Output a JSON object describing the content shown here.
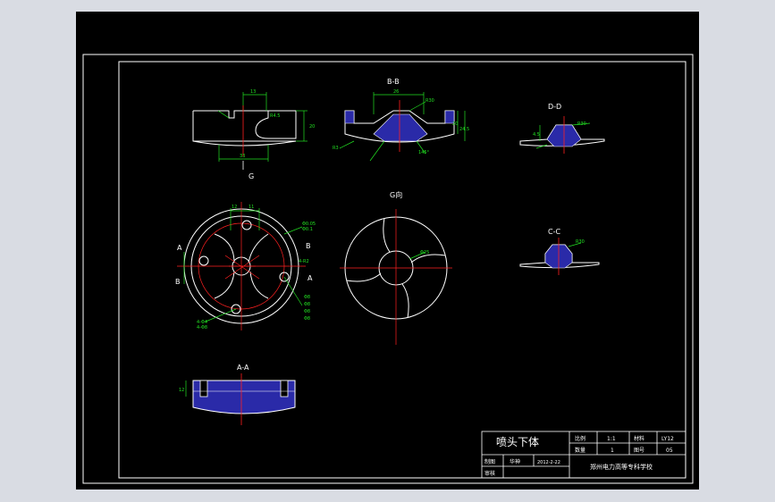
{
  "colors": {
    "viewport_bg": "#d9dce3",
    "paper": "#000000",
    "line": "#ffffff",
    "dimension": "#22e022",
    "centerline": "#ff2020",
    "section_fill": "#2a2aa8",
    "text": "#ffffff"
  },
  "views": {
    "bb_title": "B-B",
    "dd_title": "D-D",
    "cc_title": "C-C",
    "aa_title": "A-A",
    "g_direction": "G向",
    "g_arrow_label": "G"
  },
  "dimensions": {
    "side_width": "13",
    "side_r": "R4.5",
    "side_height": "20",
    "side_bottom": "33",
    "bb_width": "26",
    "bb_r": "R30",
    "bb_h1": "20",
    "bb_h2": "24.5",
    "bb_r2": "R3",
    "bb_angle": "145°",
    "dd_r": "R30",
    "dd_h": "4.5",
    "cc_r": "R30",
    "plan_12": "12",
    "plan_11": "11",
    "plan_d1": "Φ0.05",
    "plan_d2": "Φ0.1",
    "plan_r": "4-R2",
    "plan_holes1": "4-Φ4",
    "plan_holes2": "4-Φ8",
    "plan_phis": [
      "Φ8",
      "Φ8",
      "Φ8",
      "Φ8"
    ],
    "g_dia": "Φ25",
    "aa_h": "12",
    "label_a": "A",
    "label_b": "B"
  },
  "title_block": {
    "drawing_name": "喷头下体",
    "ratio_label": "比例",
    "ratio_value": "1:1",
    "material_label": "材料",
    "material_value": "LY12",
    "qty_label": "数量",
    "qty_value": "1",
    "drawing_no_label": "图号",
    "drawing_no_value": "05",
    "draw_label": "制图",
    "draw_name": "华神",
    "date": "2012-2-22",
    "check_label": "审核",
    "school": "郑州电力高等专科学校"
  }
}
